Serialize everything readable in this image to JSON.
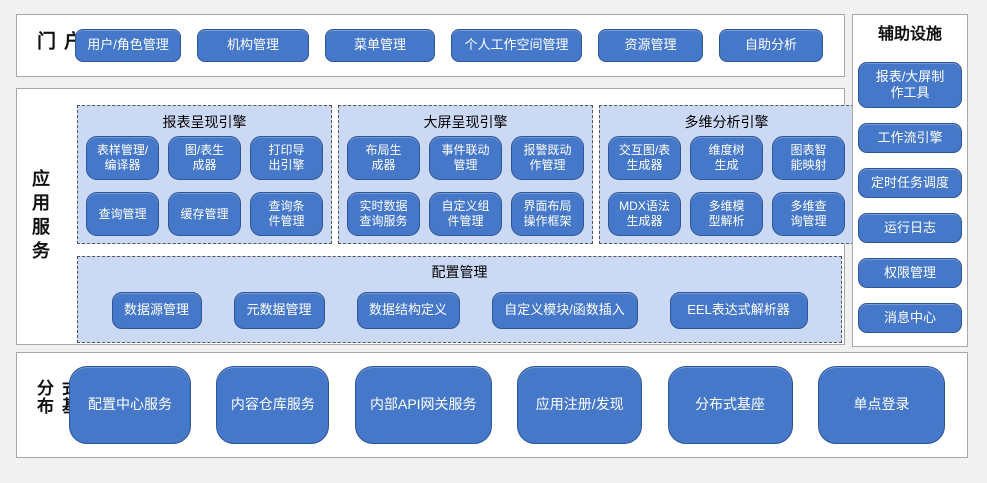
{
  "colors": {
    "page_bg": "#f1f1f1",
    "section_bg": "#ffffff",
    "section_border": "#a8a8a8",
    "button_fill": "#4578C8",
    "button_border": "#2E5596",
    "button_text": "#ffffff",
    "panel_fill": "#CBD9F5",
    "panel_dashed_border": "#555555"
  },
  "portal": {
    "label": "门户",
    "buttons": [
      "用户/角色管理",
      "机构管理",
      "菜单管理",
      "个人工作空间管理",
      "资源管理",
      "自助分析"
    ]
  },
  "app_services": {
    "label": "应用服务",
    "engines": [
      {
        "title": "报表呈现引擎",
        "buttons": [
          "表样管理/\n编译器",
          "图/表生\n成器",
          "打印导\n出引擎",
          "查询管理",
          "缓存管理",
          "查询条\n件管理"
        ]
      },
      {
        "title": "大屏呈现引擎",
        "buttons": [
          "布局生\n成器",
          "事件联动\n管理",
          "报警既动\n作管理",
          "实时数据\n查询服务",
          "自定义组\n件管理",
          "界面布局\n操作框架"
        ]
      },
      {
        "title": "多维分析引擎",
        "buttons": [
          "交互图/表\n生成器",
          "维度树\n生成",
          "图表智\n能映射",
          "MDX语法\n生成器",
          "多维模\n型解析",
          "多维查\n询管理"
        ]
      }
    ],
    "config": {
      "title": "配置管理",
      "buttons": [
        "数据源管理",
        "元数据管理",
        "数据结构定义",
        "自定义模块/函数插入",
        "EEL表达式解析器"
      ]
    }
  },
  "distributed": {
    "label": "分布式基础",
    "buttons": [
      "配置中心服务",
      "内容仓库服务",
      "内部API网关服务",
      "应用注册/发现",
      "分布式基座",
      "单点登录"
    ]
  },
  "auxiliary": {
    "title": "辅助设施",
    "buttons": [
      "报表/大屏制\n作工具",
      "工作流引擎",
      "定时任务调度",
      "运行日志",
      "权限管理",
      "消息中心"
    ]
  }
}
